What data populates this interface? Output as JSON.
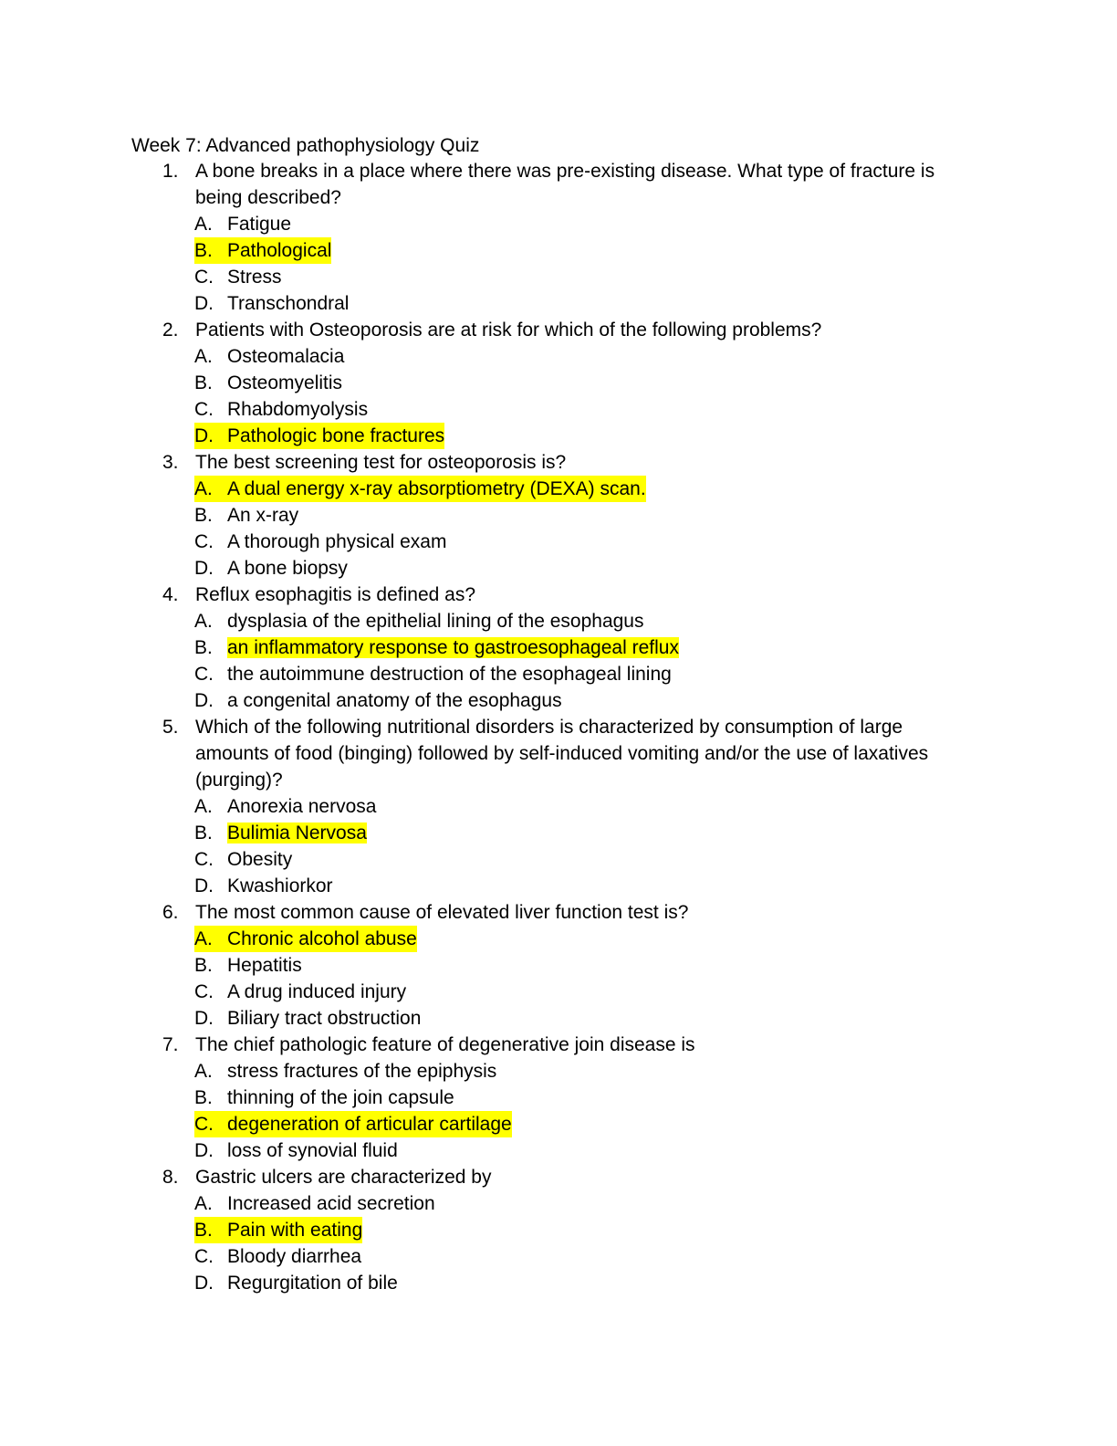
{
  "title": "Week 7: Advanced pathophysiology Quiz",
  "questions": [
    {
      "num": "1.",
      "text": "A bone breaks in a place where there was pre-existing disease. What type of fracture is being described?",
      "options": [
        {
          "letter": "A.",
          "text": "Fatigue",
          "highlight": "none"
        },
        {
          "letter": "B.",
          "text": "Pathological",
          "highlight": "full"
        },
        {
          "letter": "C.",
          "text": "Stress",
          "highlight": "none"
        },
        {
          "letter": "D.",
          "text": "Transchondral",
          "highlight": "none"
        }
      ]
    },
    {
      "num": "2.",
      "text": "Patients with Osteoporosis are at risk for which of the following problems?",
      "options": [
        {
          "letter": "A.",
          "text": "Osteomalacia",
          "highlight": "none"
        },
        {
          "letter": "B.",
          "text": "Osteomyelitis",
          "highlight": "none"
        },
        {
          "letter": "C.",
          "text": "Rhabdomyolysis",
          "highlight": "none"
        },
        {
          "letter": "D.",
          "text": "Pathologic bone fractures",
          "highlight": "full"
        }
      ]
    },
    {
      "num": "3.",
      "text": "The best screening test for osteoporosis is?",
      "options": [
        {
          "letter": "A.",
          "text": "A dual energy x-ray absorptiometry (DEXA) scan.",
          "highlight": "full"
        },
        {
          "letter": "B.",
          "text": "An x-ray",
          "highlight": "none"
        },
        {
          "letter": "C.",
          "text": "A thorough physical exam",
          "highlight": "none"
        },
        {
          "letter": "D.",
          "text": "A bone biopsy",
          "highlight": "none"
        }
      ]
    },
    {
      "num": "4.",
      "text": "Reflux esophagitis is defined as?",
      "options": [
        {
          "letter": "A.",
          "text": "dysplasia of the epithelial lining of the esophagus",
          "highlight": "none"
        },
        {
          "letter": "B.",
          "text": "an inflammatory response to gastroesophageal reflux",
          "highlight": "text"
        },
        {
          "letter": "C.",
          "text": "the autoimmune destruction of the esophageal lining",
          "highlight": "none"
        },
        {
          "letter": "D.",
          "text": "a congenital anatomy of the esophagus",
          "highlight": "none"
        }
      ]
    },
    {
      "num": "5.",
      "text": "Which of the following nutritional disorders is characterized by consumption of large amounts of food (binging) followed by self-induced vomiting and/or the use of laxatives (purging)?",
      "options": [
        {
          "letter": "A.",
          "text": "Anorexia nervosa",
          "highlight": "none"
        },
        {
          "letter": "B.",
          "text": "Bulimia Nervosa",
          "highlight": "text"
        },
        {
          "letter": "C.",
          "text": "Obesity",
          "highlight": "none"
        },
        {
          "letter": "D.",
          "text": "Kwashiorkor",
          "highlight": "none"
        }
      ]
    },
    {
      "num": "6.",
      "text": "The most common cause of elevated liver function test is?",
      "options": [
        {
          "letter": "A.",
          "text": "Chronic alcohol abuse",
          "highlight": "full"
        },
        {
          "letter": "B.",
          "text": "Hepatitis",
          "highlight": "none"
        },
        {
          "letter": "C.",
          "text": "A drug induced injury",
          "highlight": "none"
        },
        {
          "letter": "D.",
          "text": "Biliary tract obstruction",
          "highlight": "none"
        }
      ]
    },
    {
      "num": "7.",
      "text": "The chief pathologic feature of degenerative join disease is",
      "options": [
        {
          "letter": "A.",
          "text": "stress fractures of the epiphysis",
          "highlight": "none"
        },
        {
          "letter": "B.",
          "text": "thinning of the join capsule",
          "highlight": "none"
        },
        {
          "letter": "C.",
          "text": "degeneration of articular cartilage",
          "highlight": "full"
        },
        {
          "letter": "D.",
          "text": "loss of synovial fluid",
          "highlight": "none"
        }
      ]
    },
    {
      "num": "8.",
      "text": "Gastric ulcers are characterized by",
      "options": [
        {
          "letter": "A.",
          "text": "Increased acid secretion",
          "highlight": "none"
        },
        {
          "letter": "B.",
          "text": "Pain with eating",
          "highlight": "full"
        },
        {
          "letter": "C.",
          "text": "Bloody diarrhea",
          "highlight": "none"
        },
        {
          "letter": "D.",
          "text": "Regurgitation of bile",
          "highlight": "none"
        }
      ]
    }
  ]
}
